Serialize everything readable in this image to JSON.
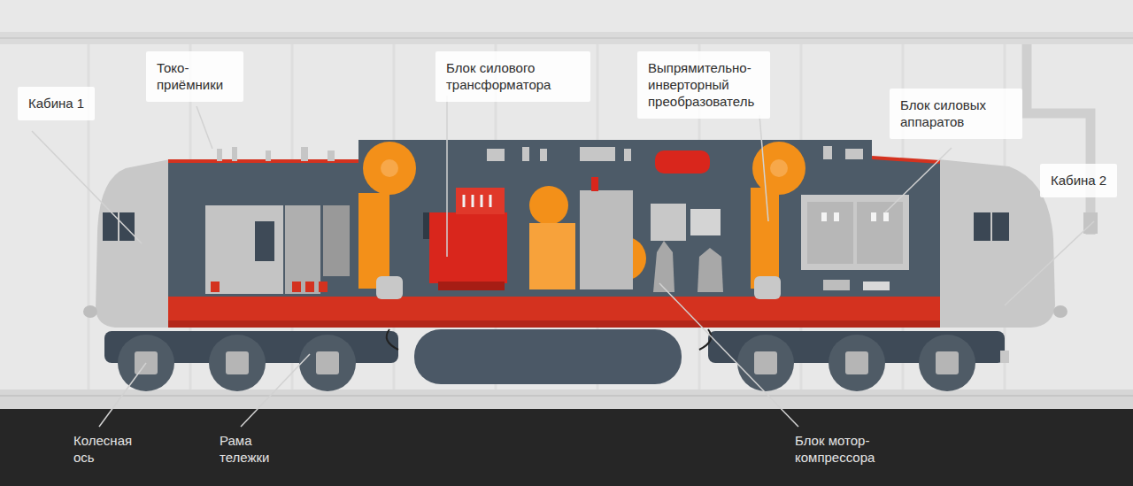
{
  "diagram": {
    "nodes": [
      {
        "text": [
          "Кабина 1"
        ]
      },
      {
        "text": [
          "Токо- приёмники"
        ]
      },
      {
        "text": [
          "Блок силового трансформатора"
        ]
      },
      {
        "text": [
          "Выпрямительно- инверторный преобразователь"
        ]
      },
      {
        "text": [
          "Блок силовых аппаратов"
        ]
      },
      {
        "text": [
          "Кабина 2"
        ]
      }
    ],
    "labels": [
      "Колесная ось",
      "Рама тележки",
      "Блок мотор- компрессора"
    ]
  }
}
